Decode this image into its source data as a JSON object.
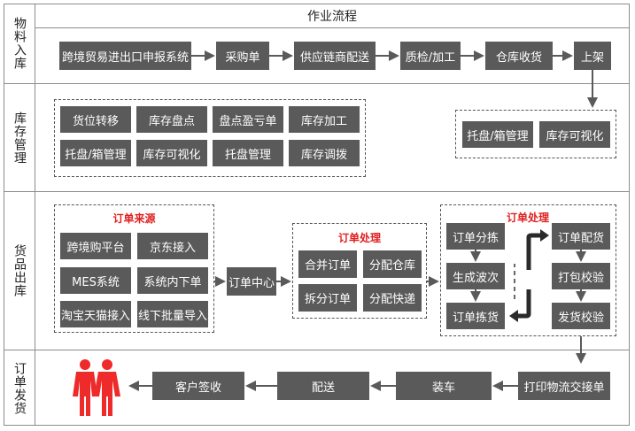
{
  "header": {
    "title": "作业流程"
  },
  "sections": {
    "inbound": "物料入库",
    "inventory": "库存管理",
    "outbound": "货品出库",
    "shipping": "订单发货"
  },
  "inbound_flow": [
    "跨境贸易进出口申报系统",
    "采购单",
    "供应链商配送",
    "质检/加工",
    "仓库收货",
    "上架"
  ],
  "inventory": {
    "grid": [
      "货位转移",
      "库存盘点",
      "盘点盈亏单",
      "库存加工",
      "托盘/箱管理",
      "库存可视化",
      "托盘管理",
      "库存调拨"
    ],
    "right": [
      "托盘/箱管理",
      "库存可视化"
    ]
  },
  "outbound": {
    "source_title": "订单来源",
    "sources": [
      "跨境购平台",
      "京东接入",
      "MES系统",
      "系统内下单",
      "淘宝天猫接入",
      "线下批量导入"
    ],
    "center": "订单中心",
    "process1_title": "订单处理",
    "process1": [
      "合并订单",
      "分配仓库",
      "拆分订单",
      "分配快递"
    ],
    "process2_title": "订单处理",
    "process2_left": [
      "订单分拣",
      "生成波次",
      "订单拣货"
    ],
    "process2_right": [
      "订单配货",
      "打包校验",
      "发货校验"
    ]
  },
  "shipping_flow": [
    "打印物流交接单",
    "装车",
    "配送",
    "客户签收"
  ],
  "colors": {
    "box": "#5a5a5a",
    "accent": "#e02020",
    "people": "#ee2a2a"
  },
  "icons": {
    "customers": "people-icon"
  }
}
